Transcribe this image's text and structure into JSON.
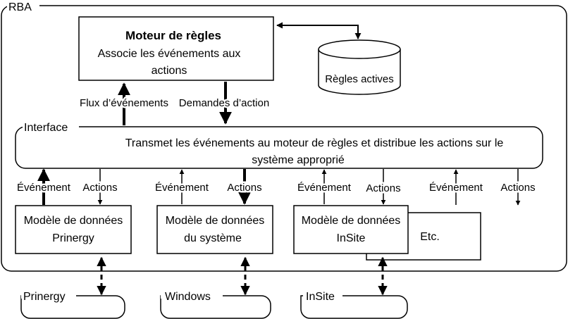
{
  "frame": {
    "title": "RBA"
  },
  "engine": {
    "title": "Moteur de règles",
    "line1": "Associe les événements aux",
    "line2": "actions"
  },
  "database": {
    "label": "Règles actives"
  },
  "flows": {
    "event_flow": "Flux d’événements",
    "action_requests": "Demandes d’action"
  },
  "interface": {
    "title": "Interface",
    "line1": "Transmet les événements au moteur de règles et distribue les actions sur le",
    "line2": "système approprié"
  },
  "columns": [
    {
      "event_label": "Événement",
      "action_label": "Actions",
      "model_line1": "Modèle de données",
      "model_line2": "Prinergy",
      "external": "Prinergy"
    },
    {
      "event_label": "Événement",
      "action_label": "Actions",
      "model_line1": "Modèle de données",
      "model_line2": "du système",
      "external": "Windows"
    },
    {
      "event_label": "Événement",
      "action_label": "Actions",
      "model_line1": "Modèle de données",
      "model_line2": "InSite",
      "external": "InSite"
    },
    {
      "event_label": "Événement",
      "action_label": "Actions"
    }
  ],
  "etc": {
    "label": "Etc."
  }
}
